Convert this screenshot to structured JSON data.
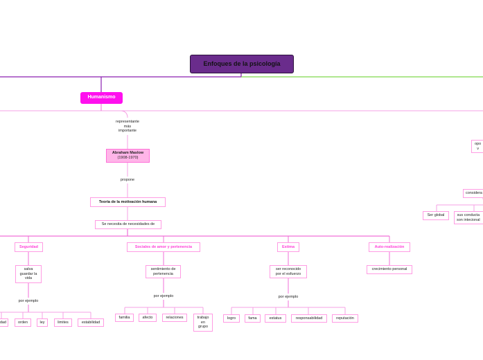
{
  "root": "Enfoques de la psicología",
  "main_topic": "Humanismo",
  "link_representante": "representante\nmás\nimportante",
  "person": {
    "name": "Abraham Maslow",
    "years": "(1908-1970)"
  },
  "link_propone": "propone",
  "theory": "Teoría de la motivación humana",
  "needs_label": "Se necesita de necesidades de",
  "categories": {
    "seguridad": {
      "label": "Seguridad",
      "desc": "salva\nguardar la\nvida",
      "link": "por ejemplo",
      "examples": [
        "dad",
        "orden",
        "ley",
        "limites",
        "estabilidad"
      ]
    },
    "sociales": {
      "label": "Sociales de amor y pertenencia",
      "desc": "sentimiento de\npertenencia",
      "link": "por ejemplo",
      "examples": [
        "familia",
        "afecto",
        "relaciones",
        "trabajo\nen\ngrupo"
      ]
    },
    "estima": {
      "label": "Estima",
      "desc": "ser reconocido\npor el esfuerzo",
      "link": "por ejemplo",
      "examples": [
        "logro",
        "fama",
        "estatus",
        "responsabilidad",
        "reputación"
      ]
    },
    "autorrealizacion": {
      "label": "Auto-realización",
      "desc": "crecimiento personal"
    }
  },
  "right": {
    "partial1": "opo\nv",
    "partial2": "considera",
    "global": "Ser global",
    "partial3": "sus conducta\nson intecional"
  },
  "colors": {
    "root_bg": "#6a2c8c",
    "main_bg": "#ff10ee",
    "line_pink": "#f06fd8",
    "line_green": "#7fd84a",
    "line_purple": "#8a1fb0"
  }
}
